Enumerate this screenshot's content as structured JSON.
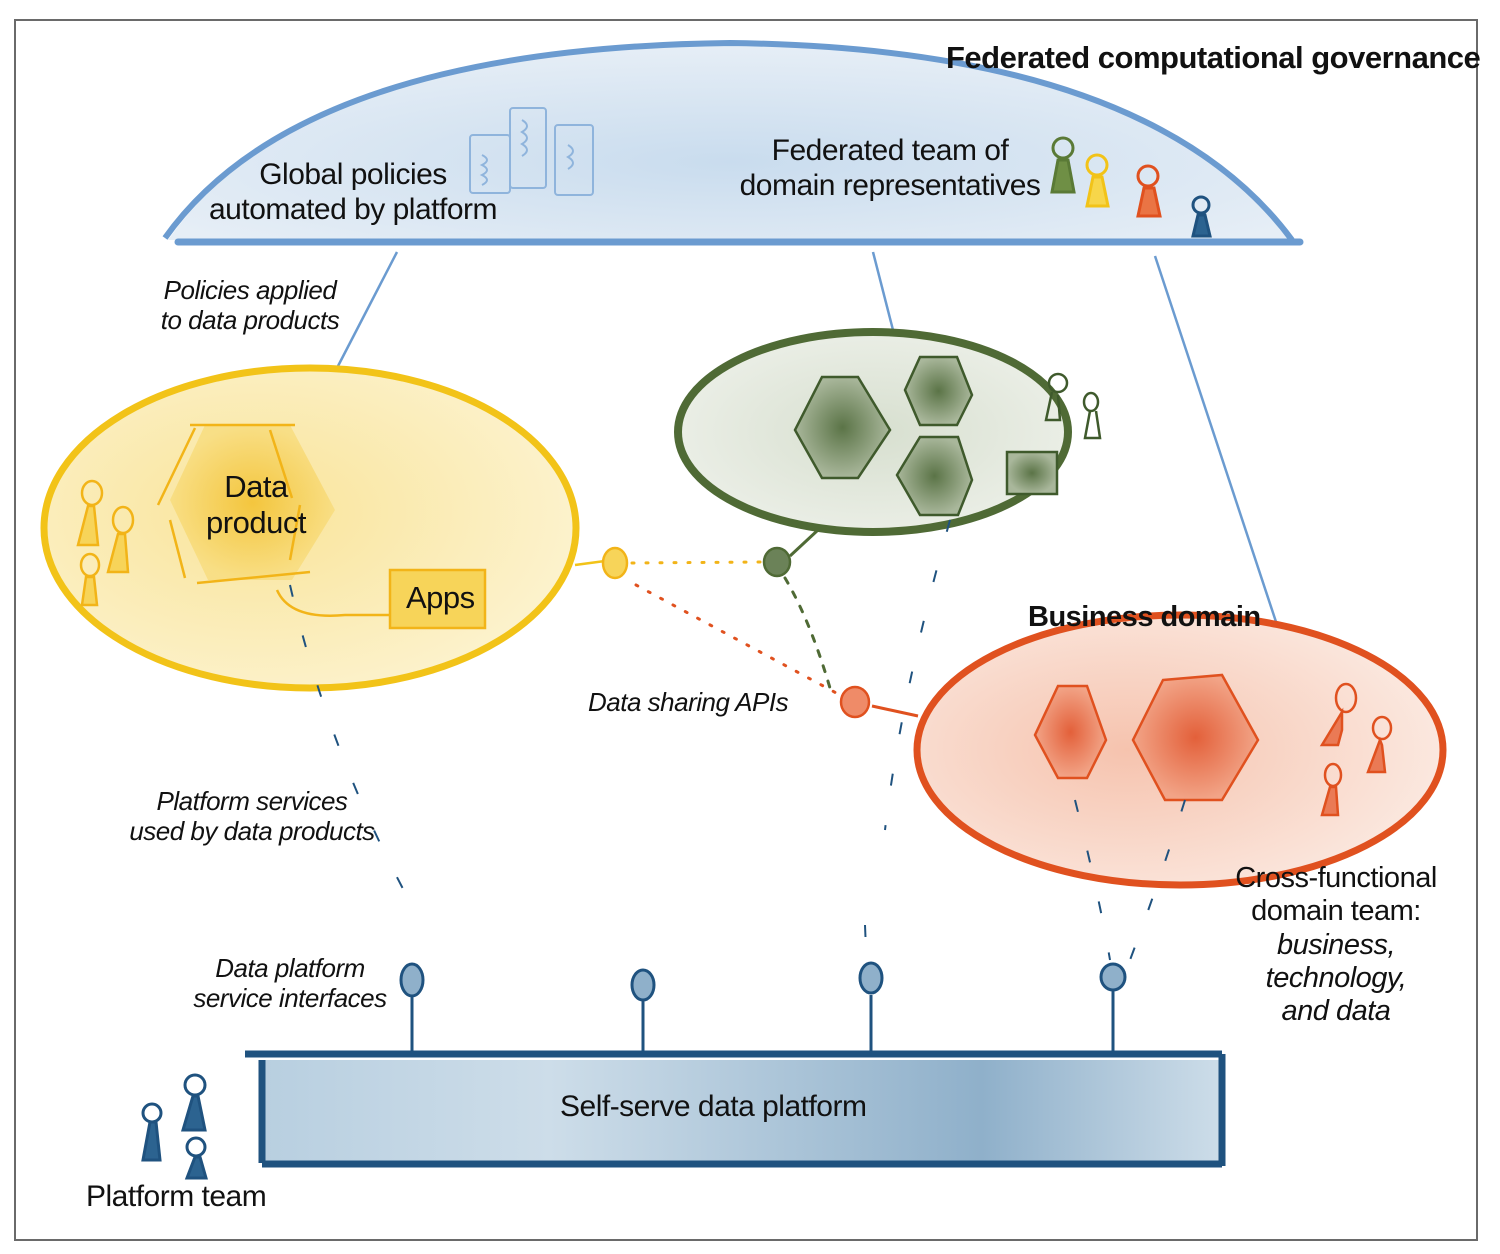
{
  "governance": {
    "title": "Federated computational governance",
    "global_policies": [
      "Global policies",
      "automated by platform"
    ],
    "federated_team": [
      "Federated team of",
      "domain representatives"
    ]
  },
  "annotations": {
    "policies_applied": [
      "Policies applied",
      "to data products"
    ],
    "data_sharing_apis": "Data sharing APIs",
    "platform_services": [
      "Platform services",
      "used by data products"
    ],
    "service_interfaces": [
      "Data platform",
      "service interfaces"
    ]
  },
  "yellow_domain": {
    "data_product": [
      "Data",
      "product"
    ],
    "apps": "Apps"
  },
  "business_domain": {
    "title": "Business domain",
    "team": [
      "Cross-functional",
      "domain team:"
    ],
    "team_roles": [
      "business,",
      "technology,",
      "and data"
    ]
  },
  "platform": {
    "label": "Self-serve data platform",
    "team": "Platform team"
  },
  "colors": {
    "governance_blue": "#6b9bd0",
    "yellow": "#f2c318",
    "green": "#4f6a35",
    "orange": "#e0511f",
    "platform_blue": "#1f527f"
  }
}
